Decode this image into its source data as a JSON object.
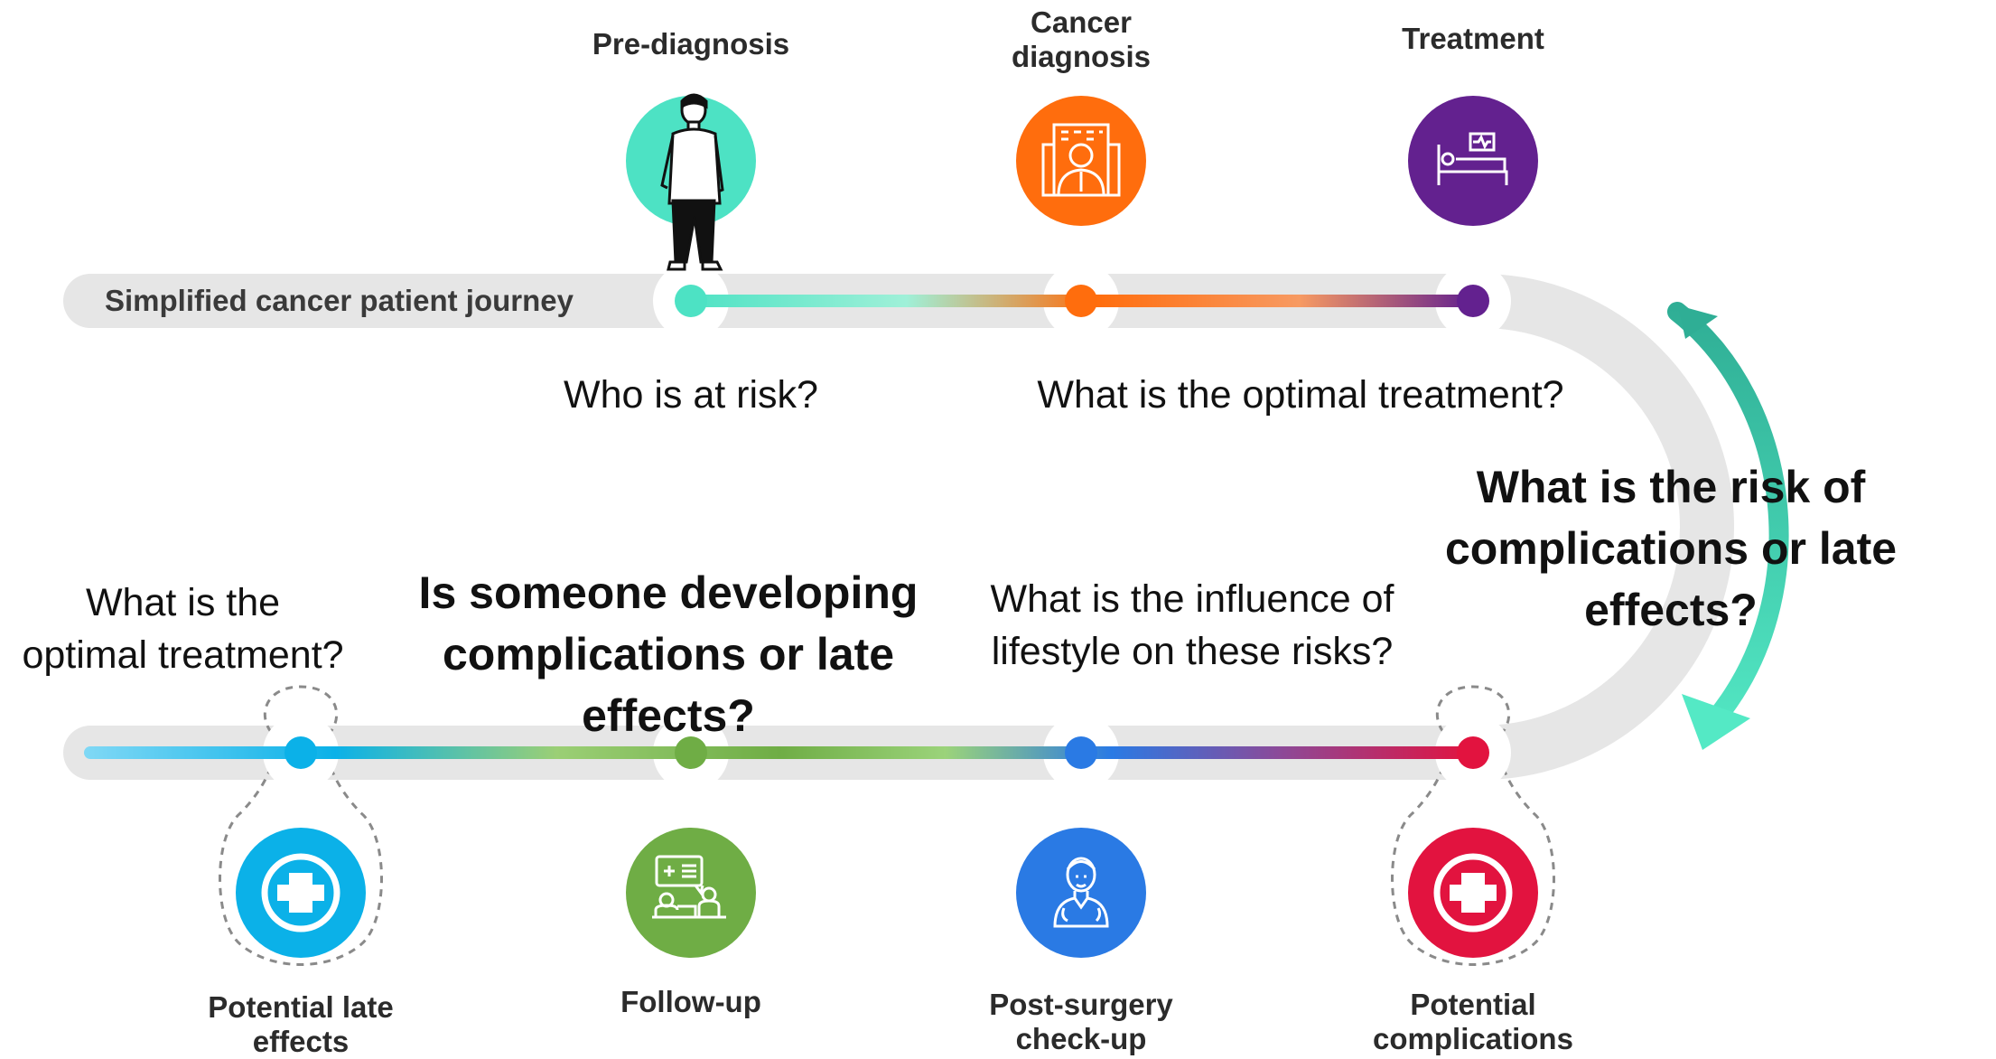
{
  "journey_label": "Simplified cancer patient journey",
  "top_stages": [
    {
      "id": "pre-diagnosis",
      "label": "Pre-diagnosis",
      "color": "#4de2c4",
      "icon": "person-figure-icon"
    },
    {
      "id": "cancer-diagnosis",
      "label": "Cancer\ndiagnosis",
      "color": "#ff6d0d",
      "icon": "doctor-building-icon"
    },
    {
      "id": "treatment",
      "label": "Treatment",
      "color": "#63218f",
      "icon": "hospital-bed-icon"
    }
  ],
  "bottom_stages": [
    {
      "id": "potential-late-effects",
      "label": "Potential late\neffects",
      "color": "#0bb1e8",
      "icon": "medical-cross-icon"
    },
    {
      "id": "follow-up",
      "label": "Follow-up",
      "color": "#6fad45",
      "icon": "consultation-icon"
    },
    {
      "id": "post-surgery-check-up",
      "label": "Post-surgery\ncheck-up",
      "color": "#2a7ae4",
      "icon": "doctor-icon"
    },
    {
      "id": "potential-complications",
      "label": "Potential\ncomplications",
      "color": "#e2133f",
      "icon": "medical-cross-icon"
    }
  ],
  "questions": {
    "who_at_risk": "Who is at risk?",
    "optimal_treatment_top": "What is the optimal treatment?",
    "risk_of_complications": "What is the risk of\ncomplications or late effects?",
    "optimal_treatment_bottom": "What is the\noptimal treatment?",
    "developing_complications": "Is someone developing\ncomplications or late effects?",
    "lifestyle_influence": "What is the influence of\nlifestyle on these risks?"
  },
  "colors": {
    "track": "#e6e6e6",
    "arrow_start": "#2fae95",
    "arrow_end": "#54e9c5"
  }
}
